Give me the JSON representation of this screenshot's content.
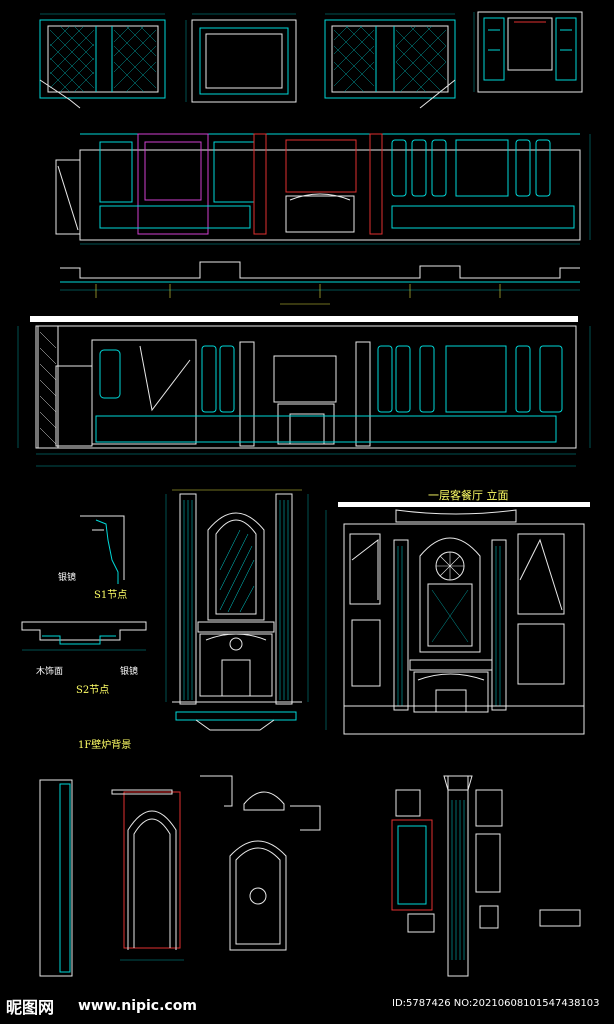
{
  "colors": {
    "background": "#000000",
    "line_cyan": "#00d8d8",
    "line_white": "#e8e8e8",
    "line_magenta": "#d040d0",
    "line_red": "#e03030",
    "line_yellow": "#e0e040",
    "line_green": "#30c030",
    "dim_cyan": "#00a0a0"
  },
  "labels": {
    "elevation_title": "一层客餐厅 立面",
    "node_s1": "S1节点",
    "node_s2": "S2节点",
    "fireplace_title": "1F壁炉背景",
    "mirror_label_1": "银镜",
    "mirror_label_2": "银镜",
    "wood_label": "木饰面"
  },
  "watermark": {
    "logo": "昵图网",
    "url": "www.nipic.com",
    "id_text": "ID:5787426 NO:20210608101547438103"
  },
  "icons": {
    "rosette": "rosette-ornament-icon",
    "column": "corinthian-column-icon"
  }
}
